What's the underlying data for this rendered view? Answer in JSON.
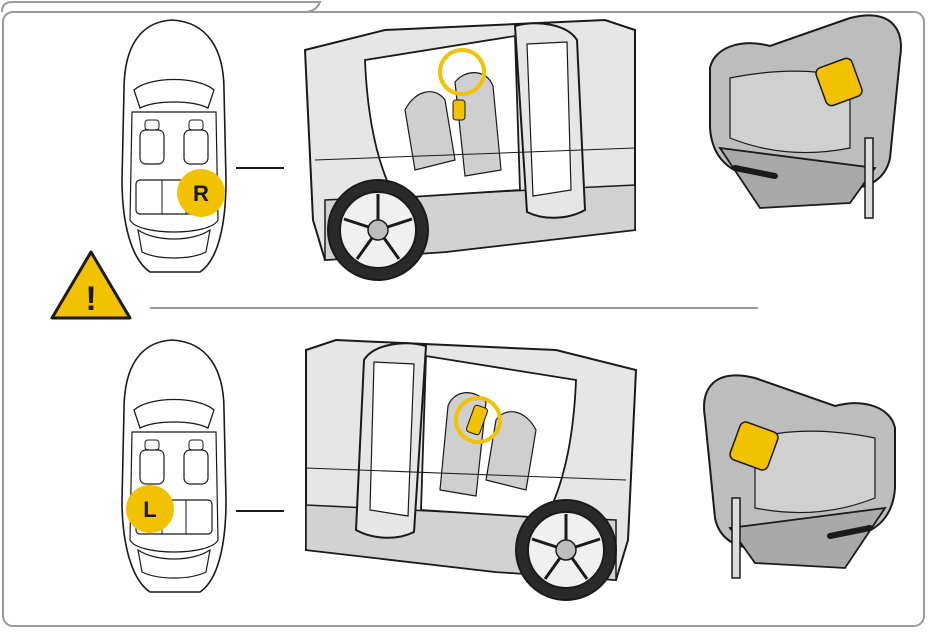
{
  "colors": {
    "accent": "#f2c200",
    "seat_fill": "#bdbdbd",
    "car_fill": "#e6e6e6",
    "line": "#1a1a1a",
    "border": "#9a9a9a"
  },
  "rows": [
    {
      "id": "top",
      "side_marker": "R",
      "icon": "top-view-car-icon"
    },
    {
      "id": "bottom",
      "side_marker": "L",
      "icon": "top-view-car-icon"
    }
  ],
  "warning": {
    "glyph": "!",
    "icon": "warning-triangle-icon"
  }
}
